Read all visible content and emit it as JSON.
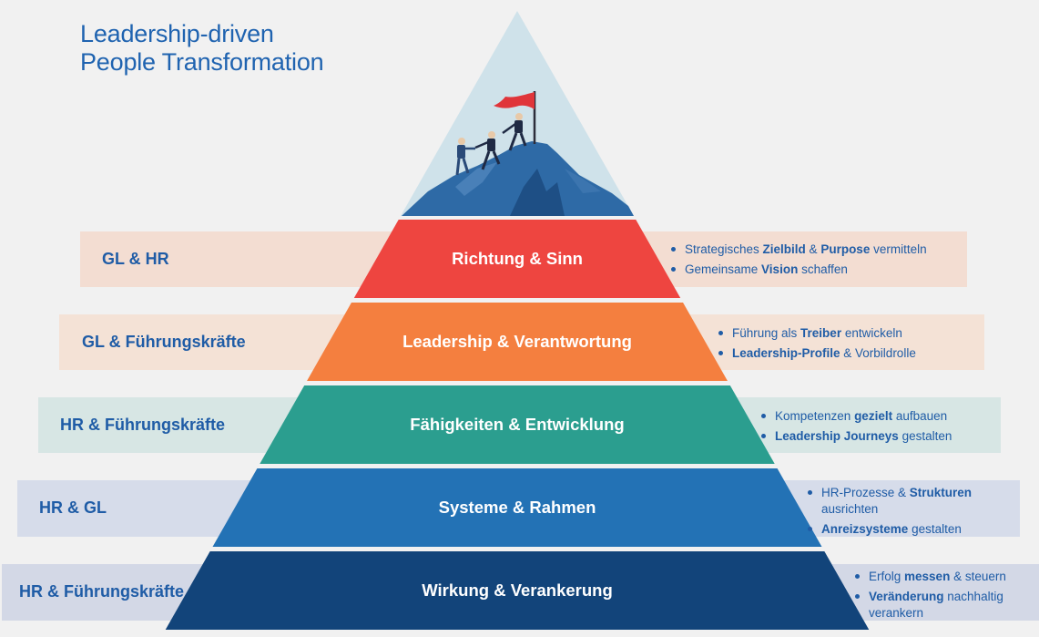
{
  "title": {
    "line1": "Leadership-driven",
    "line2": "People Transformation"
  },
  "colors": {
    "peak": "#cfe2ea",
    "mountain": "#2e6aa6",
    "flag": "#e0353a",
    "text_blue": "#1f5ca6"
  },
  "layers": [
    {
      "label": "Richtung & Sinn",
      "owner": "GL & HR",
      "color": "#ee4540",
      "band_color": "#f3ddd2",
      "bullets": [
        [
          {
            "t": "Strategisches "
          },
          {
            "t": "Zielbild",
            "b": true
          },
          {
            "t": " & "
          },
          {
            "t": "Purpose",
            "b": true
          },
          {
            "t": " vermitteln"
          }
        ],
        [
          {
            "t": "Gemeinsame "
          },
          {
            "t": "Vision",
            "b": true
          },
          {
            "t": " schaffen"
          }
        ]
      ]
    },
    {
      "label": "Leadership & Verantwortung",
      "owner": "GL & Führungskräfte",
      "color": "#f47f3f",
      "band_color": "#f4e2d6",
      "bullets": [
        [
          {
            "t": "Führung als "
          },
          {
            "t": "Treiber",
            "b": true
          },
          {
            "t": " entwickeln"
          }
        ],
        [
          {
            "t": "Leadership-Profile",
            "b": true
          },
          {
            "t": " & Vorbildrolle"
          }
        ]
      ]
    },
    {
      "label": "Fähigkeiten & Entwicklung",
      "owner": "HR & Führungskräfte",
      "color": "#2b9e8f",
      "band_color": "#d7e6e4",
      "bullets": [
        [
          {
            "t": "Kompetenzen "
          },
          {
            "t": "gezielt",
            "b": true
          },
          {
            "t": " aufbauen"
          }
        ],
        [
          {
            "t": "Leadership Journeys",
            "b": true
          },
          {
            "t": " gestalten"
          }
        ]
      ]
    },
    {
      "label": "Systeme & Rahmen",
      "owner": "HR & GL",
      "color": "#2372b5",
      "band_color": "#d6dcea",
      "bullets": [
        [
          {
            "t": "HR-Prozesse & "
          },
          {
            "t": "Strukturen",
            "b": true
          },
          {
            "t": " ausrichten"
          }
        ],
        [
          {
            "t": "Anreizsysteme",
            "b": true
          },
          {
            "t": " gestalten"
          }
        ]
      ]
    },
    {
      "label": "Wirkung & Verankerung",
      "owner": "HR & Führungskräfte",
      "color": "#12447a",
      "band_color": "#d3d8e6",
      "bullets": [
        [
          {
            "t": "Erfolg "
          },
          {
            "t": "messen",
            "b": true
          },
          {
            "t": " & steuern"
          }
        ],
        [
          {
            "t": "Veränderung",
            "b": true
          },
          {
            "t": " nachhaltig verankern"
          }
        ]
      ]
    }
  ]
}
